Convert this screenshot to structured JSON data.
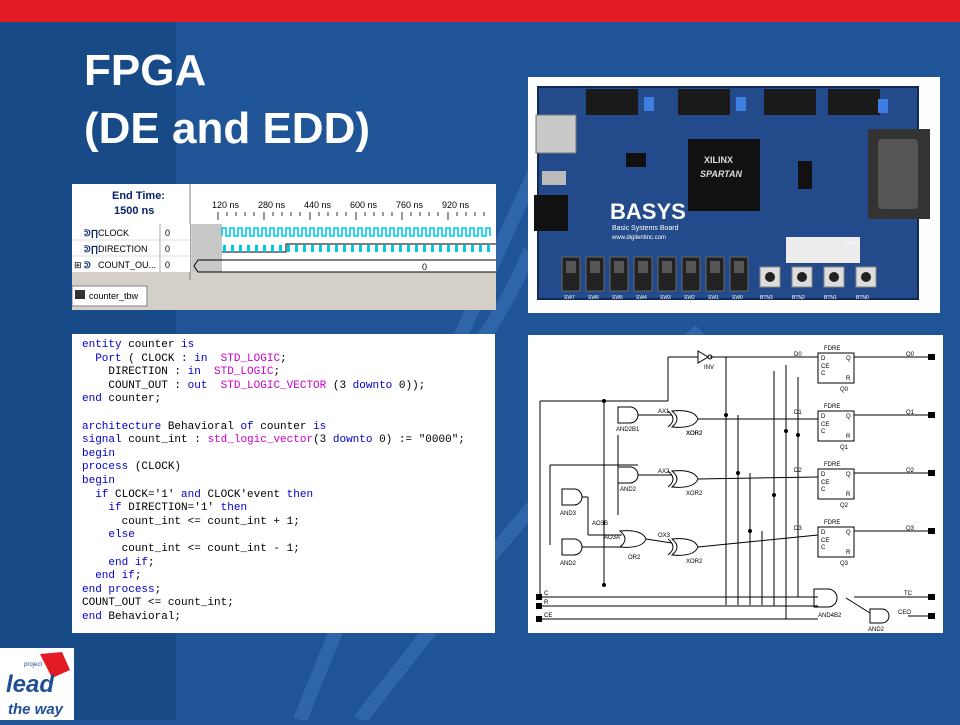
{
  "slide": {
    "title_line1": "FPGA",
    "title_line2": "(DE and EDD)"
  },
  "waveform": {
    "end_time_label": "End Time:",
    "end_time_value": "1500 ns",
    "time_markers": [
      "120 ns",
      "280 ns",
      "440 ns",
      "600 ns",
      "760 ns",
      "920 ns"
    ],
    "signals": [
      {
        "name": "CLOCK",
        "value": "0"
      },
      {
        "name": "DIRECTION",
        "value": "0"
      },
      {
        "name": "COUNT_OU...",
        "value": "0"
      }
    ],
    "bus_value": "0",
    "tab_label": "counter_tbw"
  },
  "code": {
    "lines": [
      "entity counter is",
      "  Port ( CLOCK : in  STD_LOGIC;",
      "    DIRECTION : in  STD_LOGIC;",
      "    COUNT_OUT : out  STD_LOGIC_VECTOR (3 downto 0));",
      "end counter;",
      "",
      "architecture Behavioral of counter is",
      "signal count_int : std_logic_vector(3 downto 0) := \"0000\";",
      "begin",
      "process (CLOCK)",
      "begin",
      "  if CLOCK='1' and CLOCK'event then",
      "    if DIRECTION='1' then",
      "      count_int <= count_int + 1;",
      "    else",
      "      count_int <= count_int - 1;",
      "    end if;",
      "  end if;",
      "end process;",
      "COUNT_OUT <= count_int;",
      "end Behavioral;"
    ]
  },
  "board": {
    "brand": "XILINX",
    "chip": "SPARTAN",
    "name": "BASYS",
    "subtitle": "Basic Systems Board",
    "url": "www.digilentinc.com",
    "switch_labels": [
      "SW7",
      "SW6",
      "SW5",
      "SW4",
      "SW3",
      "SW2",
      "SW1",
      "SW0"
    ],
    "button_labels": [
      "BTN3",
      "BTN2",
      "BTN1",
      "BTN0"
    ],
    "display_label": "DISP1"
  },
  "schematic": {
    "flipflop_label": "FDRE",
    "inv_label": "INV",
    "gates": [
      "AND2B1",
      "AND2",
      "AND3",
      "AND2",
      "AO3B",
      "AO3A",
      "OR2",
      "AND4B2",
      "AND2"
    ],
    "xor_label": "XOR2",
    "wires": [
      "AX1",
      "AX2",
      "OX3"
    ],
    "d_labels": [
      "D0",
      "D1",
      "D2",
      "D3"
    ],
    "q_labels": [
      "Q0",
      "Q1",
      "Q2",
      "Q3"
    ],
    "inputs": [
      "C",
      "R",
      "CE"
    ],
    "outputs": [
      "TC",
      "CEO"
    ],
    "pin_labels": {
      "d": "D",
      "q": "Q",
      "ce": "CE",
      "c": "C",
      "r": "R"
    }
  },
  "logo": {
    "line1": "project",
    "line2": "lead",
    "line3": "the way"
  },
  "colors": {
    "background": "#1f5597",
    "top_bar": "#e31b23",
    "title_text": "#ffffff",
    "clock_wave": "#00c8e8",
    "keyword": "#0000cc",
    "type": "#cc00cc"
  }
}
